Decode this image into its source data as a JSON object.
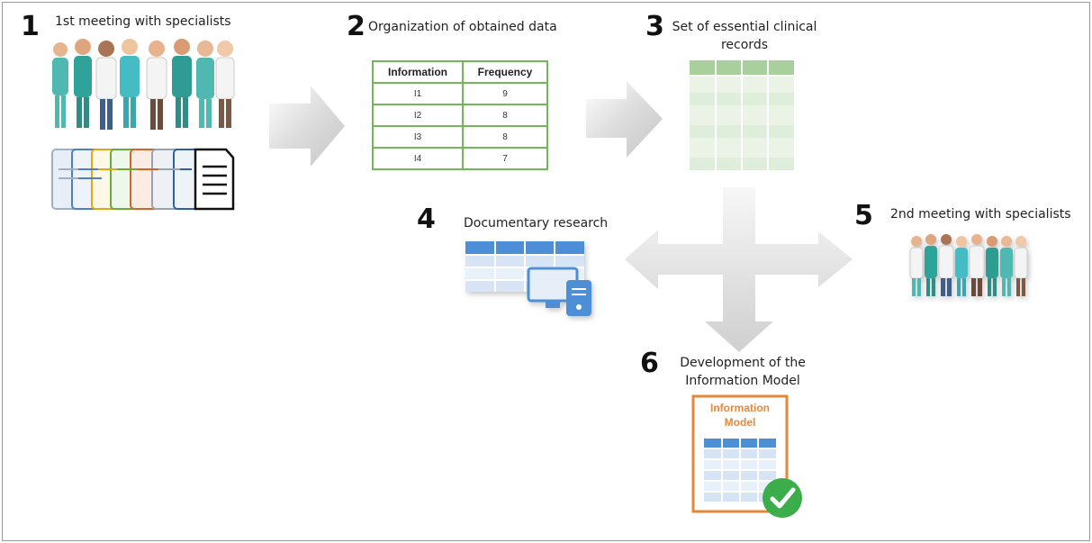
{
  "steps": [
    {
      "number": "1",
      "label": "1st meeting with specialists"
    },
    {
      "number": "2",
      "label": "Organization of obtained data"
    },
    {
      "number": "3",
      "label_line1": "Set of essential clinical",
      "label_line2": "records"
    },
    {
      "number": "4",
      "label": "Documentary research"
    },
    {
      "number": "5",
      "label": "2nd meeting with specialists"
    },
    {
      "number": "6",
      "label_line1": "Development of the",
      "label_line2": "Information Model"
    }
  ],
  "frequency_table": {
    "headers": [
      "Information",
      "Frequency"
    ],
    "rows": [
      [
        "I1",
        "9"
      ],
      [
        "I2",
        "8"
      ],
      [
        "I3",
        "8"
      ],
      [
        "I4",
        "7"
      ]
    ]
  },
  "information_model_doc": {
    "title_line1": "Information",
    "title_line2": "Model"
  },
  "colors": {
    "table_border": "#74b55c",
    "records_green": "#a9cf9c",
    "doc_blue": "#4d8fd6",
    "model_orange": "#e8873a",
    "check_green": "#3cad4b",
    "arrow_gray": "#dcdcdc"
  },
  "icons": [
    "medical-staff-group",
    "document-stack",
    "table-computer",
    "checkmark"
  ]
}
